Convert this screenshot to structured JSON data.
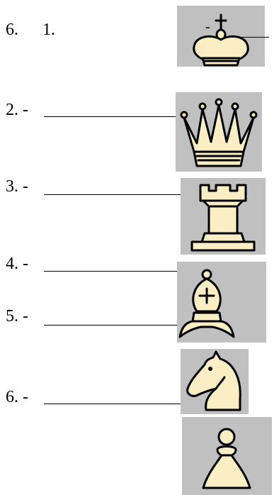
{
  "question": {
    "number": "6.",
    "items": [
      {
        "label": "1.",
        "piece": "king"
      },
      {
        "label": "2. -",
        "piece": "queen"
      },
      {
        "label": "3. -",
        "piece": "rook"
      },
      {
        "label": "4. -",
        "piece": "bishop-tip"
      },
      {
        "label": "5. -",
        "piece": "bishop-collar"
      },
      {
        "label": "6. -",
        "piece": "knight"
      }
    ],
    "king_dash": "-",
    "extra_piece": "pawn"
  },
  "colors": {
    "tile_background": "#c0c0c0",
    "piece_fill": "#fbeec4",
    "outline": "#000000"
  }
}
